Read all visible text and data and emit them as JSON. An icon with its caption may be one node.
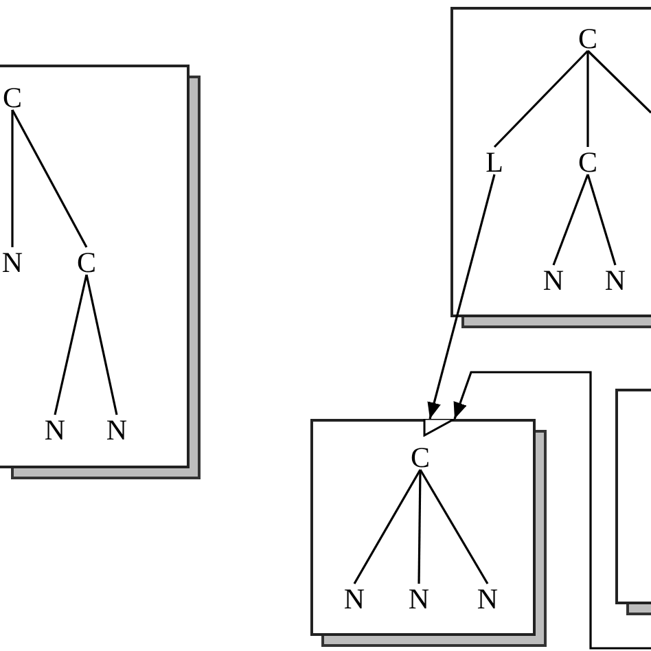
{
  "diagram": {
    "nodes": [
      {
        "text": [],
        "shape": "box"
      },
      {
        "text": [
          "C"
        ],
        "in": 0
      },
      {
        "text": [
          "N"
        ],
        "in": 0
      },
      {
        "text": [
          "C"
        ],
        "in": 0
      },
      {
        "text": [
          "N"
        ],
        "in": 0
      },
      {
        "text": [
          "N"
        ],
        "in": 0
      },
      {
        "text": [],
        "shape": "box"
      },
      {
        "text": [
          "C"
        ],
        "in": 6
      },
      {
        "text": [
          "L"
        ],
        "in": 6
      },
      {
        "text": [
          "C"
        ],
        "in": 6
      },
      {
        "text": [
          "N"
        ],
        "in": 6
      },
      {
        "text": [
          "N"
        ],
        "in": 6
      },
      {
        "text": [],
        "shape": "box"
      },
      {
        "text": [],
        "shape": "triangle",
        "in": 12
      },
      {
        "text": [
          "C"
        ],
        "in": 12
      },
      {
        "text": [
          "N"
        ],
        "in": 12
      },
      {
        "text": [
          "N"
        ],
        "in": 12
      },
      {
        "text": [
          "N"
        ],
        "in": 12
      },
      {
        "text": [],
        "shape": "box"
      }
    ],
    "edges": [
      {
        "from": 1,
        "to": 2,
        "arrow": "none"
      },
      {
        "from": 1,
        "to": 3,
        "arrow": "none"
      },
      {
        "from": 3,
        "to": 4,
        "arrow": "none"
      },
      {
        "from": 3,
        "to": 5,
        "arrow": "none"
      },
      {
        "from": 7,
        "to": 8,
        "arrow": "none"
      },
      {
        "from": 7,
        "to": 9,
        "arrow": "none"
      },
      {
        "from": 7,
        "to": null,
        "arrow": "none"
      },
      {
        "from": 9,
        "to": 10,
        "arrow": "none"
      },
      {
        "from": 9,
        "to": 11,
        "arrow": "none"
      },
      {
        "from": 14,
        "to": 15,
        "arrow": "none"
      },
      {
        "from": 14,
        "to": 16,
        "arrow": "none"
      },
      {
        "from": 14,
        "to": 17,
        "arrow": "none"
      },
      {
        "from": 8,
        "to": 13,
        "arrow": "to"
      },
      {
        "from": null,
        "to": 13,
        "arrow": "to"
      }
    ]
  }
}
